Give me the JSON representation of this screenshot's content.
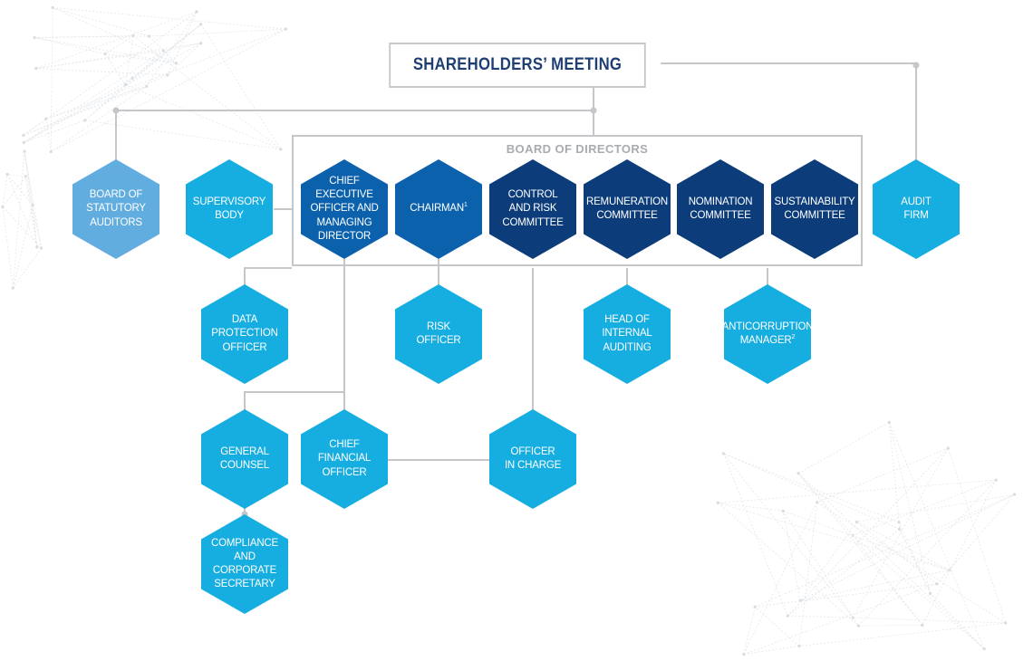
{
  "title": "SHAREHOLDERS’ MEETING",
  "board_label": "BOARD OF DIRECTORS",
  "colors": {
    "cyan": "#16ade0",
    "light_blue": "#62ade0",
    "medium_blue": "#0c61ad",
    "dark_blue": "#0c3d7a",
    "connector": "#c4c6c9",
    "title_text": "#1f3f73"
  },
  "nodes": {
    "board_statutory_auditors": "BOARD OF\nSTATUTORY\nAUDITORS",
    "supervisory_body": "SUPERVISORY\nBODY",
    "ceo": "CHIEF EXECUTIVE\nOFFICER AND\nMANAGING\nDIRECTOR",
    "chairman": "CHAIRMAN",
    "chairman_note": "1",
    "control_risk": "CONTROL\nAND RISK\nCOMMITTEE",
    "remuneration": "REMUNERATION\nCOMMITTEE",
    "nomination": "NOMINATION\nCOMMITTEE",
    "sustainability": "SUSTAINABILITY\nCOMMITTEE",
    "audit_firm": "AUDIT\nFIRM",
    "data_protection": "DATA\nPROTECTION\nOFFICER",
    "risk_officer": "RISK\nOFFICER",
    "head_internal_auditing": "HEAD OF\nINTERNAL\nAUDITING",
    "anticorruption": "ANTICORRUPTION\nMANAGER",
    "anticorruption_note": "2",
    "general_counsel": "GENERAL\nCOUNSEL",
    "cfo": "CHIEF\nFINANCIAL\nOFFICER",
    "officer_in_charge": "OFFICER\nIN CHARGE",
    "compliance": "COMPLIANCE\nAND CORPORATE\nSECRETARY"
  }
}
